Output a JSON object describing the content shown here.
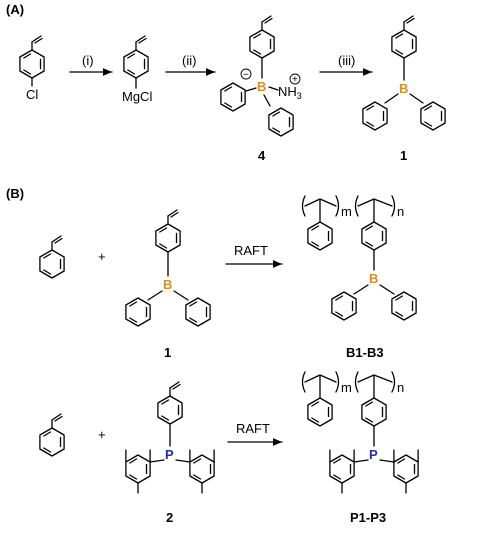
{
  "section_a": {
    "label": "(A)",
    "step1": "(i)",
    "step2": "(ii)",
    "step3": "(iii)",
    "cl": "Cl",
    "mgcl": "MgCl",
    "boron": "B",
    "nh3_main": "NH",
    "nh3_sub": "3",
    "minus": "−",
    "plus": "+",
    "compound4": "4",
    "compound1": "1"
  },
  "section_b": {
    "label": "(B)",
    "plus": "+",
    "raft": "RAFT",
    "boron": "B",
    "m": "m",
    "n": "n",
    "compound1": "1",
    "product": "B1-B3"
  },
  "section_c": {
    "plus": "+",
    "raft": "RAFT",
    "phosphorus": "P",
    "m": "m",
    "n": "n",
    "compound2": "2",
    "product": "P1-P3"
  }
}
